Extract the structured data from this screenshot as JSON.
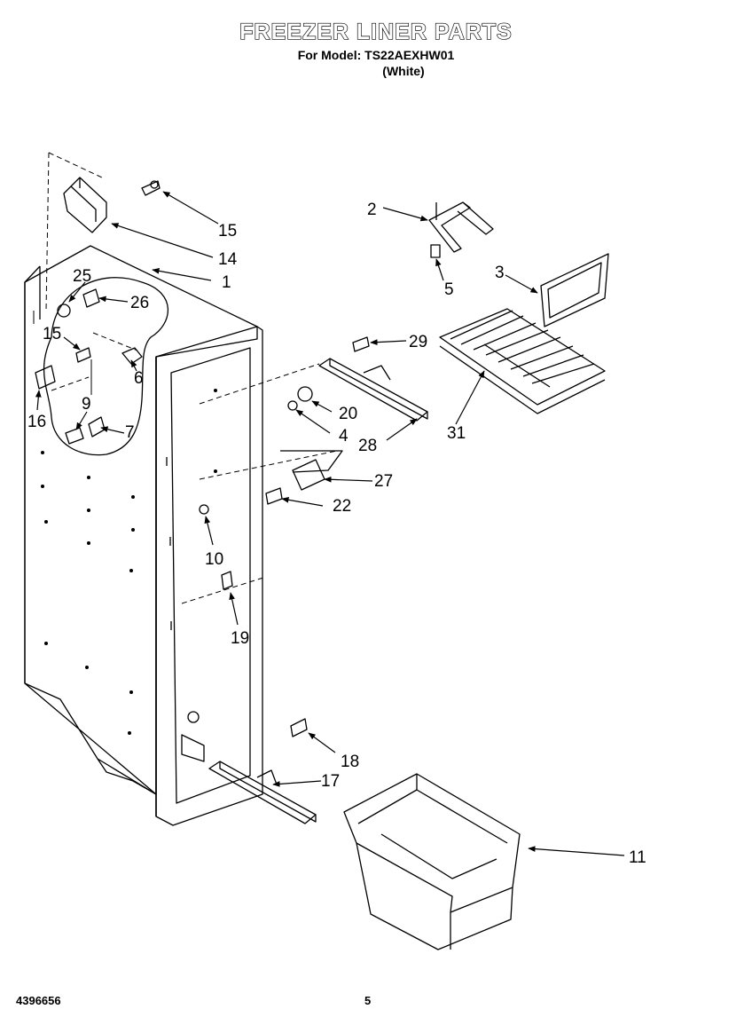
{
  "header": {
    "title": "FREEZER LINER PARTS",
    "model_line": "For Model: TS22AEXHW01",
    "color_note": "(White)"
  },
  "footer": {
    "doc_number": "4396656",
    "page_number": "5"
  },
  "part_labels": {
    "p1": "1",
    "p2": "2",
    "p3": "3",
    "p4": "4",
    "p5": "5",
    "p6": "6",
    "p7": "7",
    "p9": "9",
    "p10": "10",
    "p11": "11",
    "p14": "14",
    "p15a": "15",
    "p15b": "15",
    "p16": "16",
    "p17": "17",
    "p18": "18",
    "p19": "19",
    "p20": "20",
    "p22": "22",
    "p25": "25",
    "p26": "26",
    "p27": "27",
    "p28": "28",
    "p29": "29",
    "p31": "31"
  }
}
